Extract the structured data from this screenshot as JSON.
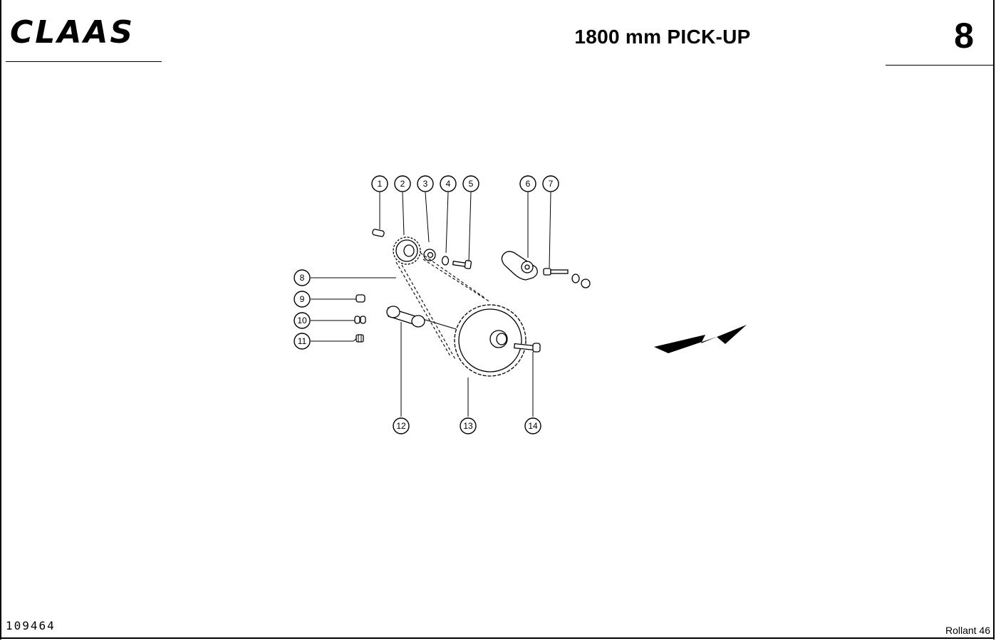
{
  "header": {
    "logo_text": "CLAAS",
    "title": "1800 mm PICK-UP",
    "page_number": "8"
  },
  "footer": {
    "doc_number": "109464",
    "model": "Rollant 46"
  },
  "callouts": [
    "1",
    "2",
    "3",
    "4",
    "5",
    "6",
    "7",
    "8",
    "9",
    "10",
    "11",
    "12",
    "13",
    "14"
  ],
  "direction_arrow": "arrow-icon"
}
